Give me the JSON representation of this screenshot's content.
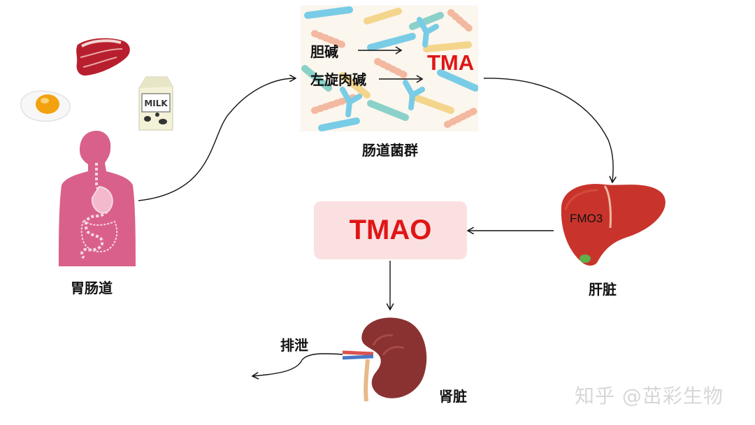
{
  "diagram": {
    "nodes": {
      "gut": {
        "label": "胃肠道"
      },
      "microbiota": {
        "label": "肠道菌群"
      },
      "liver": {
        "label": "肝脏",
        "enzyme": "FMO3"
      },
      "kidney": {
        "label": "肾脏"
      },
      "tmao": {
        "label": "TMAO"
      },
      "tma": {
        "label": "TMA"
      }
    },
    "precursors": [
      "胆碱",
      "左旋肉碱"
    ],
    "excretion_label": "排泄",
    "food_items": [
      "meat-icon",
      "egg-icon",
      "milk-carton-icon"
    ]
  },
  "watermark": "知乎 @茁彩生物",
  "colors": {
    "tmao_box": "#fbe0e1",
    "tmao_text": "#e01515",
    "body_silhouette": "#d9608a",
    "liver": "#c8342c",
    "kidney": "#8a3232"
  }
}
